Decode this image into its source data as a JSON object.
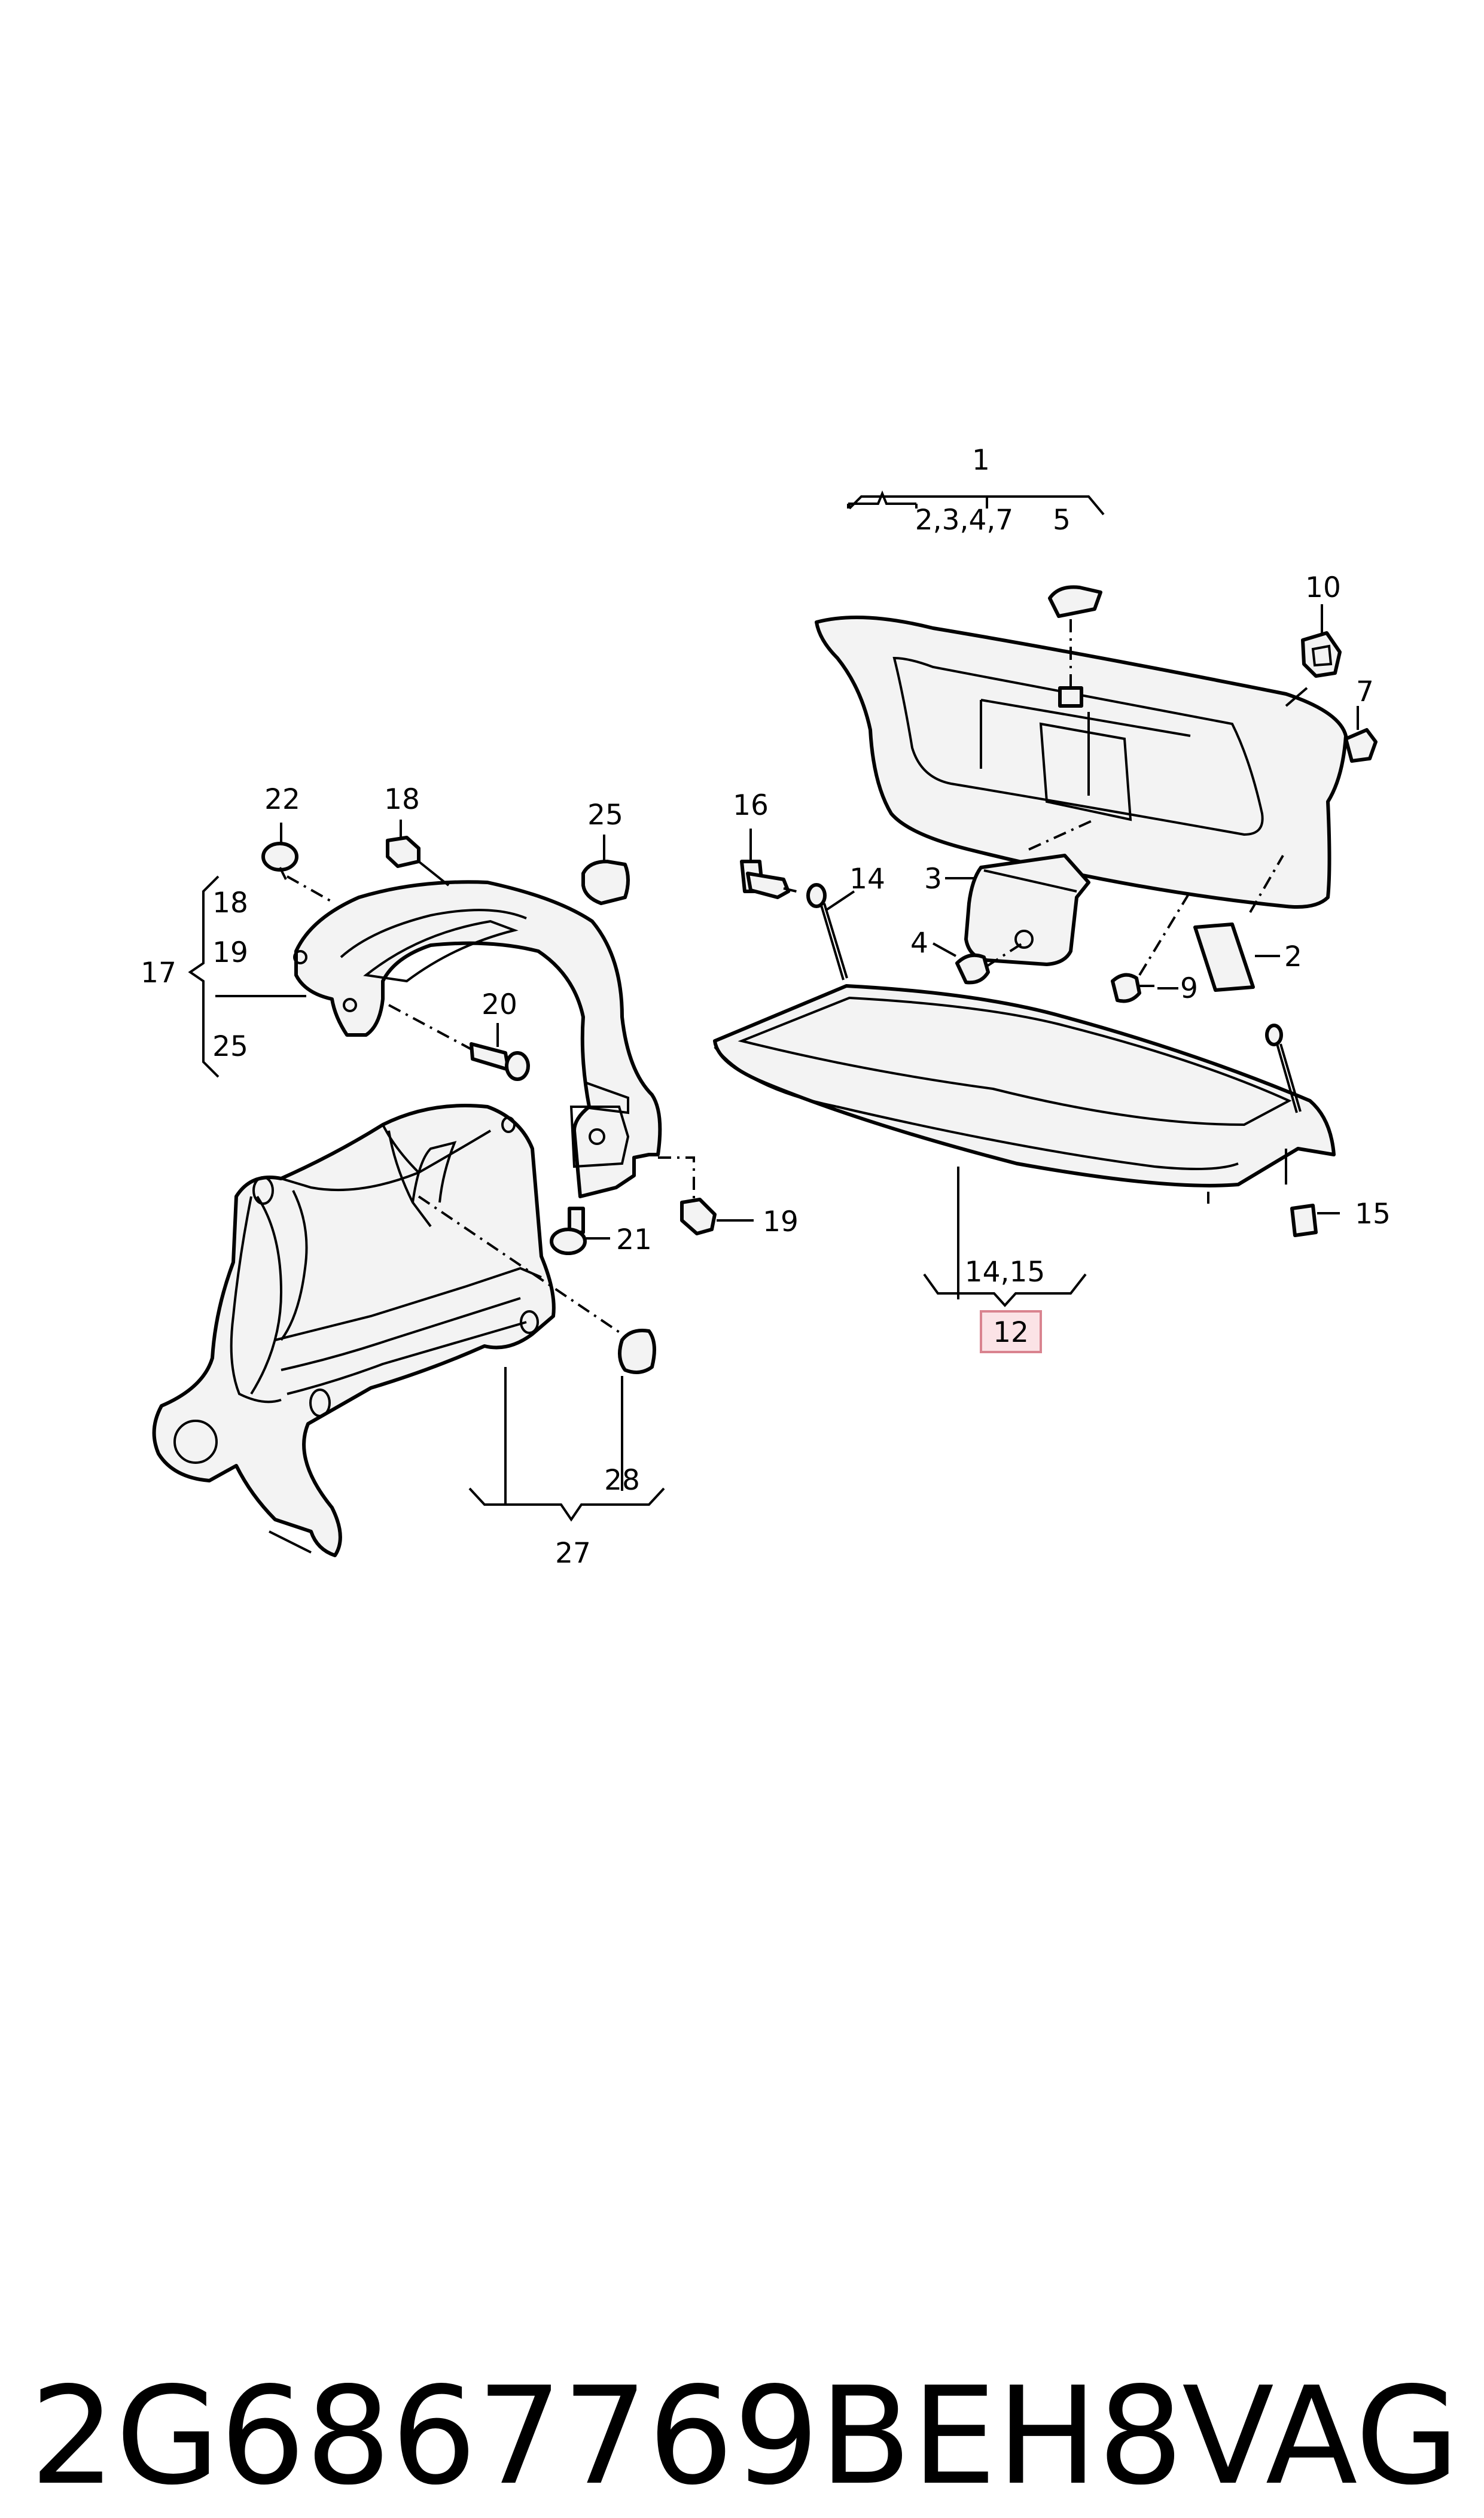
{
  "diagram": {
    "labels": {
      "l1": "1",
      "l_2_3_4_7": "2,3,4,7",
      "l2": "2",
      "l3": "3",
      "l4": "4",
      "l5": "5",
      "l7": "7",
      "l9": "9",
      "l10": "10",
      "l12": "12",
      "l14a": "14",
      "l14_15": "14,15",
      "l15": "15",
      "l16": "16",
      "l17": "17",
      "l18a": "18",
      "l18b": "18",
      "l19a": "19",
      "l19b": "19",
      "l20": "20",
      "l21": "21",
      "l22": "22",
      "l25a": "25",
      "l25b": "25",
      "l27": "27",
      "l28": "28"
    },
    "highlight": {
      "label": "12",
      "fill": "#fbe3e6",
      "stroke": "#d9838f"
    }
  },
  "footer": {
    "part_number": "2G6867769BEH8",
    "brand": "VAG"
  }
}
